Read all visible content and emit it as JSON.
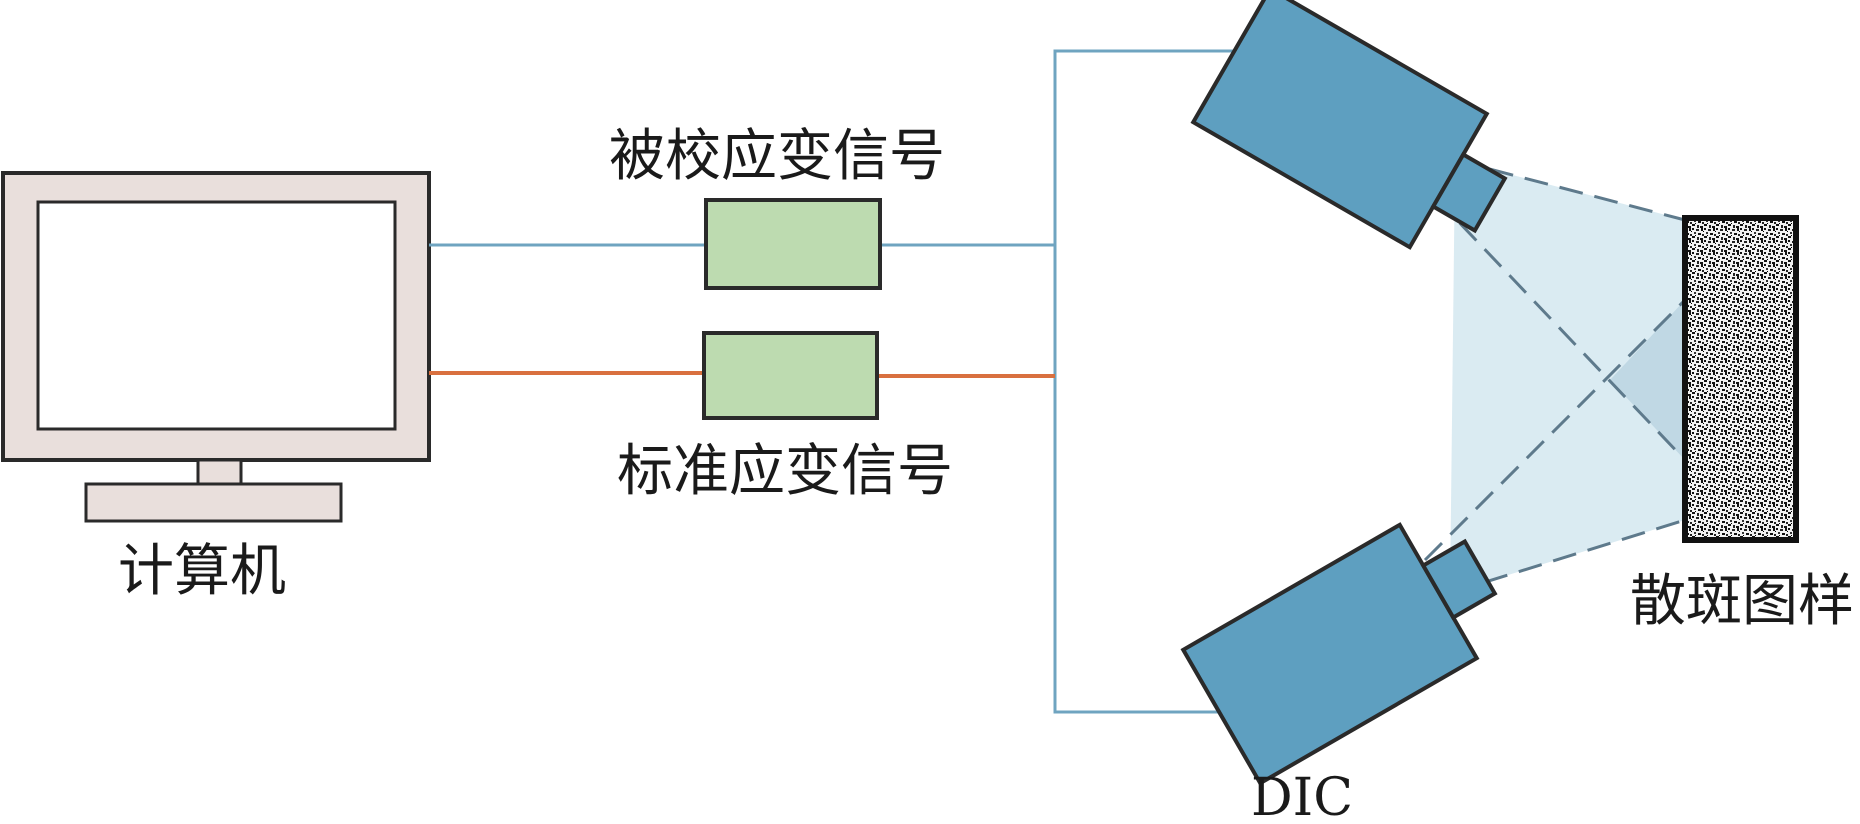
{
  "labels": {
    "computer": "计算机",
    "calibrated_signal": "被校应变信号",
    "standard_signal": "标准应变信号",
    "dic": "DIC",
    "speckle": "散斑图样"
  },
  "colors": {
    "background": "#ffffff",
    "monitor_frame": "#e9dfdc",
    "outline": "#2a2a2a",
    "signal_box": "#bddbb0",
    "blue_line": "#6fa4c0",
    "orange_line": "#d9703f",
    "camera_body": "#5e9fc0",
    "light_cone": "#d4e8f0",
    "dashed_ray": "#5e7a8c"
  },
  "icons": {
    "computer": "monitor-icon",
    "camera": "camera-icon",
    "specimen": "speckle-pattern"
  }
}
